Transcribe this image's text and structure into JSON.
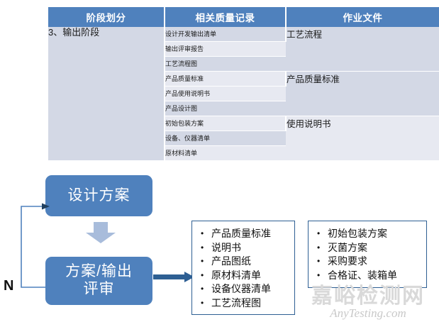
{
  "table": {
    "headers": [
      "阶段划分",
      "相关质量记录",
      "作业文件"
    ],
    "stage_label": "3、输出阶段",
    "quality_records": [
      "设计开发输出清单",
      "输出评审报告",
      "工艺流程图",
      "产品质量标准",
      "产品使用说明书",
      "产品设计图",
      "初始包装方案",
      "设备、仪器清单",
      "原材料清单"
    ],
    "work_documents": [
      {
        "label": "工艺流程",
        "rowspan": 3
      },
      {
        "label": "产品质量标准",
        "rowspan": 3
      },
      {
        "label": "使用说明书",
        "rowspan": 3
      }
    ]
  },
  "flow": {
    "design_box": "设计方案",
    "review_box": "方案/输出\n评审",
    "review_line1": "方案/输出",
    "review_line2": "评审",
    "loop_label": "N"
  },
  "lists": {
    "outputs": [
      "产品质量标准",
      "说明书",
      "产品图纸",
      "原材料清单",
      "设备仪器清单",
      "工艺流程图"
    ],
    "packaging": [
      "初始包装方案",
      "灭菌方案",
      "采购要求",
      "合格证、装箱单"
    ]
  },
  "watermark": {
    "cn": "嘉峪检测网",
    "en": "AnyTesting.com"
  },
  "colors": {
    "header_blue": "#4F81BD",
    "row_dark": "#D3D8E5",
    "row_light": "#E7E9F1",
    "arrow_light": "#A8BCDB",
    "box_border": "#2E5F93"
  }
}
